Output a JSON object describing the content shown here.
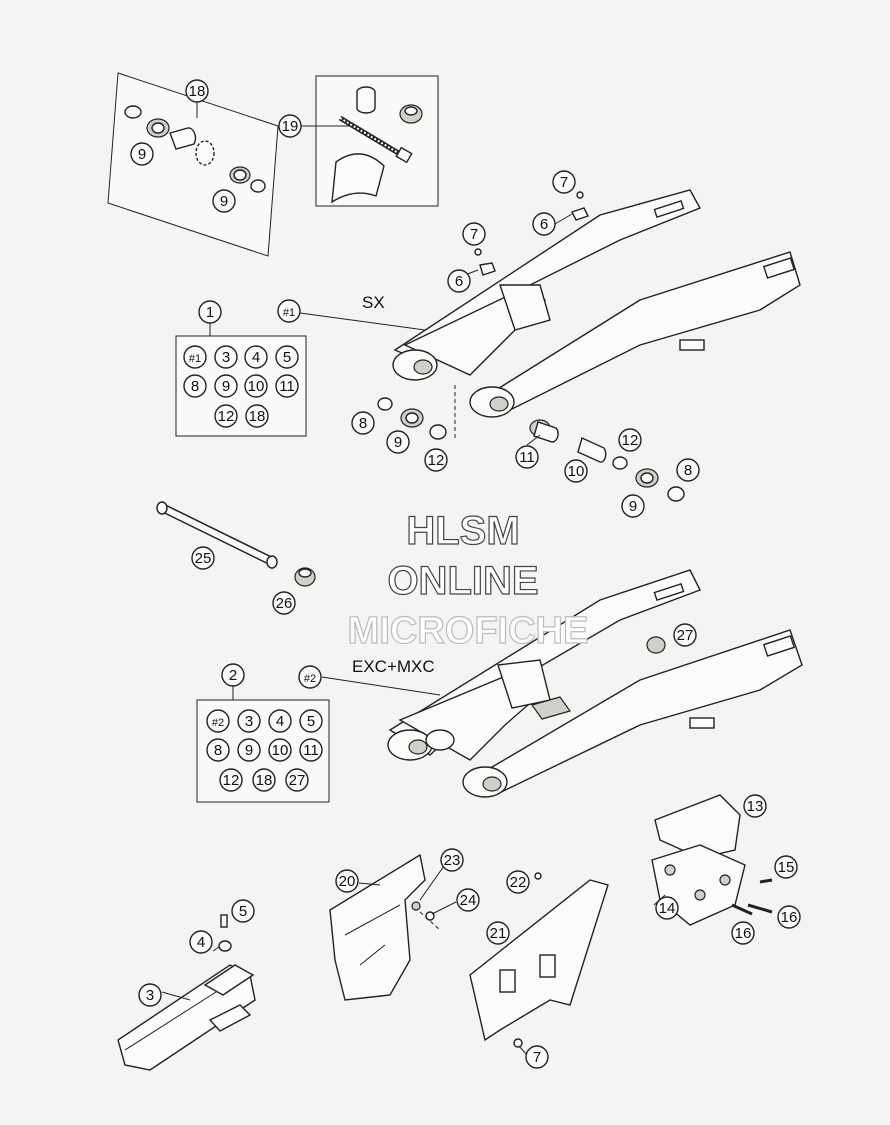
{
  "watermark": {
    "line1": "HLSM",
    "line2": "ONLINE",
    "line3": "MICROFICHE"
  },
  "variant_labels": {
    "sx": "SX",
    "exc_mxc": "EXC+MXC"
  },
  "callouts": {
    "c18a": "18",
    "c9a": "9",
    "c9b": "9",
    "c19": "19",
    "c7a": "7",
    "c6a": "6",
    "c7b": "7",
    "c6b": "6",
    "c1": "1",
    "k1_1": "#1",
    "k1_3": "3",
    "k1_4": "4",
    "k1_5": "5",
    "k1_8": "8",
    "k1_9": "9",
    "k1_10": "10",
    "k1_11": "11",
    "k1_12": "12",
    "k1_18": "18",
    "h1": "#1",
    "c8a": "8",
    "c9c": "9",
    "c12a": "12",
    "c11": "11",
    "c10": "10",
    "c12b": "12",
    "c8b": "8",
    "c9d": "9",
    "c25": "25",
    "c26": "26",
    "c27": "27",
    "c2": "2",
    "k2_2": "#2",
    "k2_3": "3",
    "k2_4": "4",
    "k2_5": "5",
    "k2_8": "8",
    "k2_9": "9",
    "k2_10": "10",
    "k2_11": "11",
    "k2_12": "12",
    "k2_18": "18",
    "k2_27": "27",
    "h2": "#2",
    "c13": "13",
    "c14": "14",
    "c15": "15",
    "c16a": "16",
    "c16b": "16",
    "c20": "20",
    "c23": "23",
    "c22": "22",
    "c24": "24",
    "c21": "21",
    "c5": "5",
    "c4": "4",
    "c3": "3",
    "c7c": "7"
  }
}
